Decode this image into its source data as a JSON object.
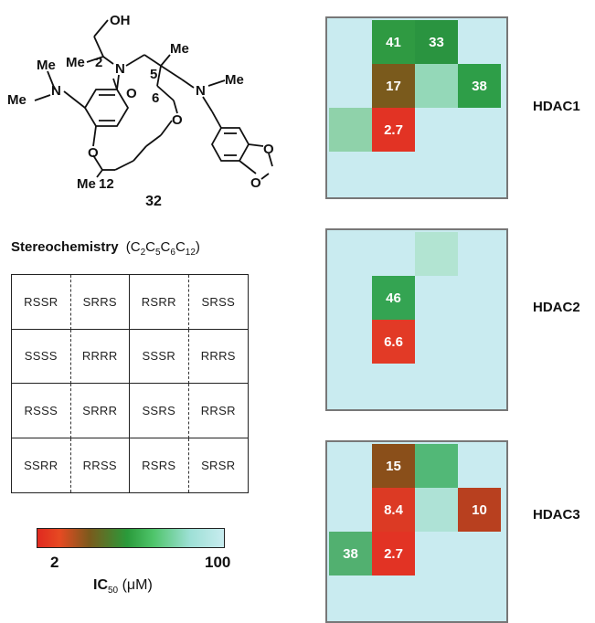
{
  "compound": {
    "number": "32",
    "atoms": {
      "oh": "OH",
      "me_c2": "Me",
      "num_2": "2",
      "n_amide": "N",
      "num_5": "5",
      "me_c5": "Me",
      "num_6": "6",
      "o_carbonyl": "O",
      "n_amine": "N",
      "me_amine": "Me",
      "o_ring": "O",
      "me_nme2_top": "Me",
      "n_aryl": "N",
      "me_nme2_left": "Me",
      "o_phenol": "O",
      "me_c12": "Me",
      "num_12": "12",
      "o_diox1": "O",
      "o_diox2": "O"
    }
  },
  "stereo_title": "Stereochemistry",
  "stereo_order": [
    "C",
    "2",
    "C",
    "5",
    "C",
    "6",
    "C",
    "12"
  ],
  "stereo_grid": [
    [
      "RSSR",
      "SRRS",
      "RSRR",
      "SRSS"
    ],
    [
      "SSSS",
      "RRRR",
      "SSSR",
      "RRRS"
    ],
    [
      "RSSS",
      "SRRR",
      "SSRS",
      "RRSR"
    ],
    [
      "SSRR",
      "RRSS",
      "RSRS",
      "SRSR"
    ]
  ],
  "colorbar": {
    "min": "2",
    "max": "100",
    "label_main": "IC",
    "label_sub": "50",
    "label_unit": "(μM)",
    "colors": [
      "#e0291f",
      "#7a5a1c",
      "#2a9a3a",
      "#4ec46a",
      "#c8ecef"
    ]
  },
  "chart_data": [
    {
      "type": "heatmap",
      "title": "HDAC1",
      "rows": 4,
      "cols": 4,
      "default_color": "#c9ebf0",
      "cells": [
        {
          "row": 0,
          "col": 1,
          "value": 41,
          "label": "41",
          "color": "#2f9a42"
        },
        {
          "row": 0,
          "col": 2,
          "value": 33,
          "label": "33",
          "color": "#2a9440"
        },
        {
          "row": 1,
          "col": 1,
          "value": 17,
          "label": "17",
          "color": "#7a5a1c"
        },
        {
          "row": 1,
          "col": 2,
          "value": 80,
          "label": "",
          "color": "#94d8b8"
        },
        {
          "row": 1,
          "col": 3,
          "value": 38,
          "label": "38",
          "color": "#2e9e48"
        },
        {
          "row": 2,
          "col": 0,
          "value": 78,
          "label": "",
          "color": "#8fd2aa"
        },
        {
          "row": 2,
          "col": 1,
          "value": 2.7,
          "label": "2.7",
          "color": "#e23324"
        }
      ]
    },
    {
      "type": "heatmap",
      "title": "HDAC2",
      "rows": 4,
      "cols": 4,
      "default_color": "#c9ebf0",
      "cells": [
        {
          "row": 0,
          "col": 2,
          "value": 88,
          "label": "",
          "color": "#b2e4d2"
        },
        {
          "row": 1,
          "col": 1,
          "value": 46,
          "label": "46",
          "color": "#34a452"
        },
        {
          "row": 2,
          "col": 1,
          "value": 6.6,
          "label": "6.6",
          "color": "#e23a26"
        }
      ]
    },
    {
      "type": "heatmap",
      "title": "HDAC3",
      "rows": 4,
      "cols": 4,
      "default_color": "#c9ebf0",
      "cells": [
        {
          "row": 0,
          "col": 1,
          "value": 15,
          "label": "15",
          "color": "#8a4f1a"
        },
        {
          "row": 0,
          "col": 2,
          "value": 62,
          "label": "",
          "color": "#52b877"
        },
        {
          "row": 1,
          "col": 1,
          "value": 8.4,
          "label": "8.4",
          "color": "#dc3a24"
        },
        {
          "row": 1,
          "col": 2,
          "value": 90,
          "label": "",
          "color": "#aee2d6"
        },
        {
          "row": 1,
          "col": 3,
          "value": 10,
          "label": "10",
          "color": "#b8401f"
        },
        {
          "row": 2,
          "col": 0,
          "value": 38,
          "label": "38",
          "color": "#52b070"
        },
        {
          "row": 2,
          "col": 1,
          "value": 2.7,
          "label": "2.7",
          "color": "#e23324"
        }
      ]
    }
  ]
}
